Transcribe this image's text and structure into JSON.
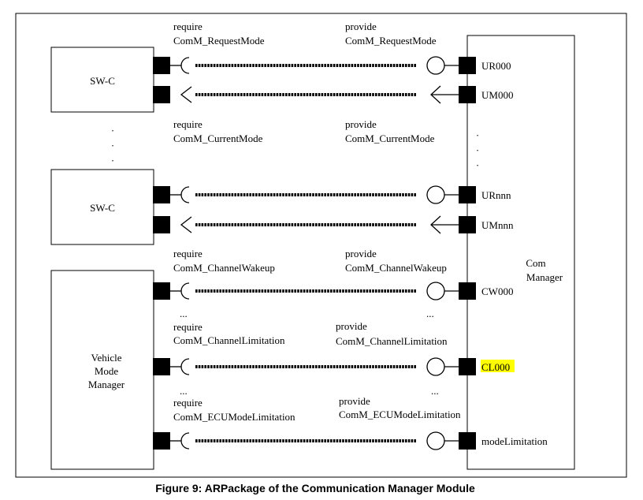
{
  "components": {
    "swc_top": "SW-C",
    "swc_bottom": "SW-C",
    "vmm": [
      "Vehicle",
      "Mode",
      "Manager"
    ],
    "comm": [
      "Com",
      "Manager"
    ]
  },
  "dots": {
    "vertical": "·",
    "horizontal": "..."
  },
  "rows": [
    {
      "id": "ur000",
      "port": "UR000",
      "kind": "ball",
      "highlight": false,
      "req": [
        "require",
        "ComM_RequestMode"
      ],
      "prov": [
        "provide",
        "ComM_RequestMode"
      ]
    },
    {
      "id": "um000",
      "port": "UM000",
      "kind": "arrow",
      "highlight": false
    },
    {
      "id": "urnnn",
      "port": "URnnn",
      "kind": "ball",
      "highlight": false,
      "req": [
        "require",
        "ComM_CurrentMode"
      ],
      "prov": [
        "provide",
        "ComM_CurrentMode"
      ]
    },
    {
      "id": "umnnn",
      "port": "UMnnn",
      "kind": "arrow",
      "highlight": false
    },
    {
      "id": "cw000",
      "port": "CW000",
      "kind": "ball",
      "highlight": false,
      "req": [
        "require",
        "ComM_ChannelWakeup"
      ],
      "prov": [
        "provide",
        "ComM_ChannelWakeup"
      ]
    },
    {
      "id": "cl000",
      "port": "CL000",
      "kind": "ball",
      "highlight": true,
      "req": [
        "require",
        "ComM_ChannelLimitation"
      ],
      "prov": [
        "provide",
        "ComM_ChannelLimitation"
      ]
    },
    {
      "id": "modelimitation",
      "port": "modeLimitation",
      "kind": "ball",
      "highlight": false,
      "req": [
        "require",
        "ComM_ECUModeLimitation"
      ],
      "prov": [
        "provide",
        "ComM_ECUModeLimitation"
      ]
    }
  ],
  "colors": {
    "highlight": "#ffff00"
  },
  "caption": "Figure 9: ARPackage of the Communication Manager Module"
}
